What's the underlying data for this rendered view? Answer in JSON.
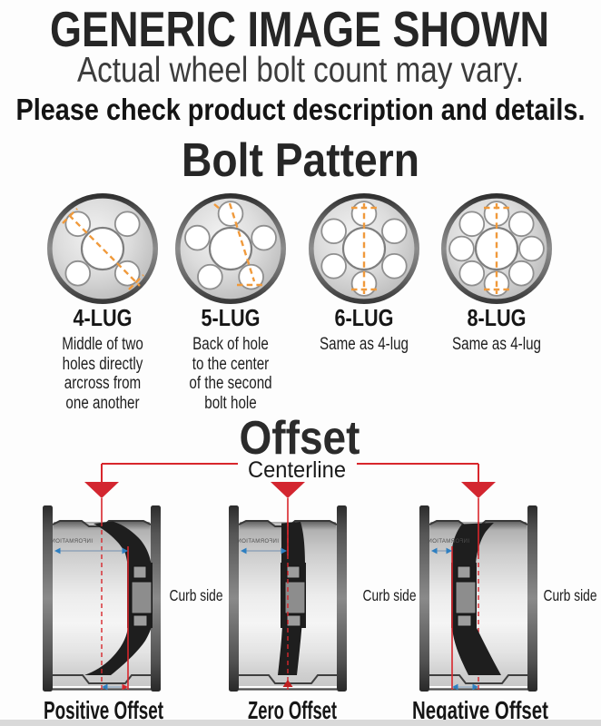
{
  "header": {
    "title": "GENERIC IMAGE SHOWN",
    "subtitle": "Actual wheel bolt count may vary.",
    "note": "Please check product description and details."
  },
  "bolt_pattern": {
    "heading": "Bolt Pattern",
    "lugs": [
      {
        "label": "4-LUG",
        "holes": 4,
        "description_lines": [
          "Middle of two",
          "holes directly",
          "arcross from",
          "one another"
        ]
      },
      {
        "label": "5-LUG",
        "holes": 5,
        "description_lines": [
          "Back of hole",
          "to the center",
          "of the second",
          "bolt hole"
        ]
      },
      {
        "label": "6-LUG",
        "holes": 6,
        "description_lines": [
          "Same as 4-lug"
        ]
      },
      {
        "label": "8-LUG",
        "holes": 8,
        "description_lines": [
          "Same as 4-lug"
        ]
      }
    ]
  },
  "offset": {
    "heading": "Offset",
    "centerline_label": "Centerline",
    "watermark": "INFORMATION",
    "wheels": [
      {
        "type": "positive",
        "label": "Positive Offset",
        "curb_label": "Curb side"
      },
      {
        "type": "zero",
        "label": "Zero Offset",
        "curb_label": "Curb side"
      },
      {
        "type": "negative",
        "label": "Negative Offset",
        "curb_label": "Curb side"
      }
    ]
  },
  "colors": {
    "accent_red": "#d8262c",
    "measure_blue": "#2e7fc1",
    "measure_orange": "#f09a3c",
    "text_dark": "#1a1a1a"
  }
}
